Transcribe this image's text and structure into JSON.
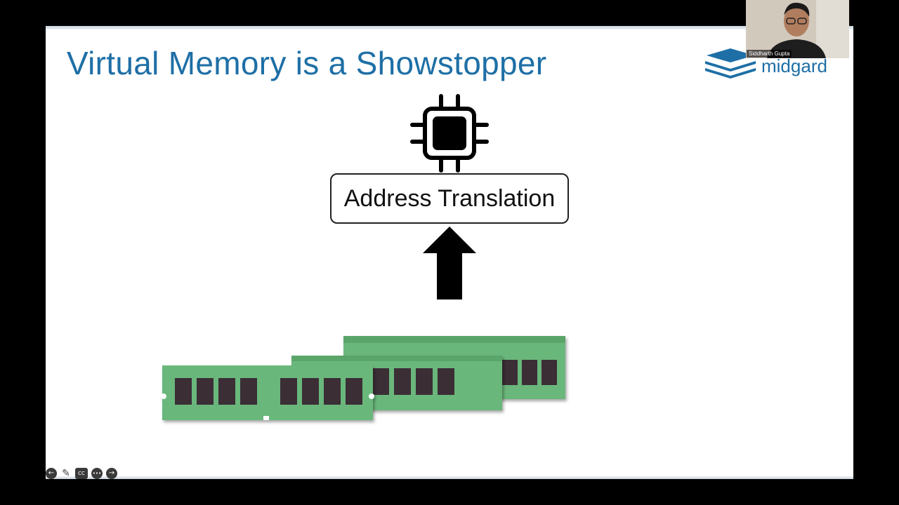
{
  "slide": {
    "title": "Virtual Memory is a Showstopper",
    "logo_text": "midgard",
    "box_label": "Address Translation",
    "colors": {
      "title": "#1e6fa6",
      "logo": "#1e6fa6",
      "ram_board": "#6bb77c",
      "ram_chip": "#3b2f36"
    },
    "icons": [
      "cpu-chip-icon",
      "up-arrow-icon",
      "ram-module-icon"
    ]
  },
  "controls": {
    "prev_icon": "←",
    "pen_icon": "✎",
    "cc_label": "CC",
    "more_icon": "•••",
    "next_icon": "→"
  },
  "video": {
    "presenter_name": "Siddharth Gupta"
  }
}
